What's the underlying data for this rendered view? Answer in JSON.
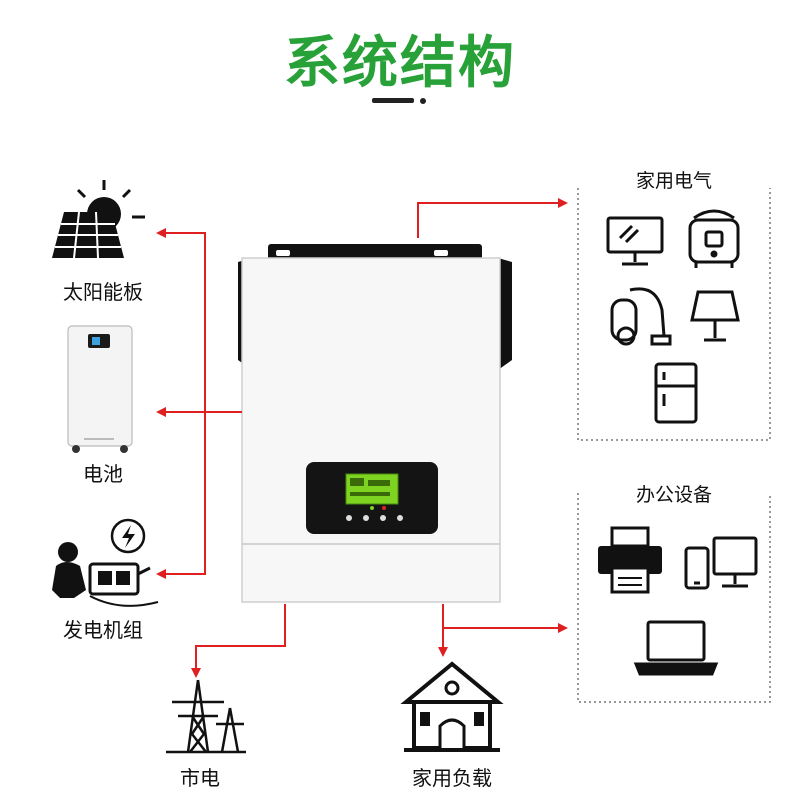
{
  "title": "系统结构",
  "sources": {
    "solar_label": "太阳能板",
    "battery_label": "电池",
    "generator_label": "发电机组"
  },
  "outputs": {
    "grid_label": "市电",
    "home_load_label": "家用负载"
  },
  "groups": {
    "home_appliances_title": "家用电气",
    "office_equipment_title": "办公设备"
  },
  "colors": {
    "title_green": "#27a138",
    "arrow_red": "#e02020",
    "lcd_green": "#7ed321"
  }
}
